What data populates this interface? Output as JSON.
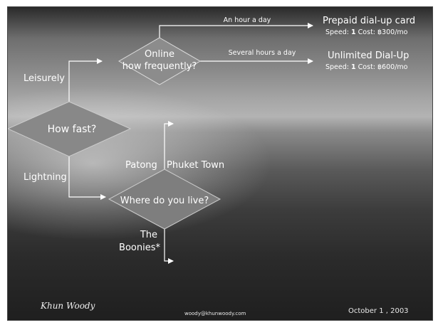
{
  "nodes": {
    "online": [
      "Online",
      "how frequently?"
    ],
    "how_fast": "How fast?",
    "where": "Where do you live?"
  },
  "edges": {
    "hour_a_day": "An hour a day",
    "several_hours": "Several hours a day",
    "leisurely": "Leisurely",
    "lightning": "Lightning",
    "patong": "Patong",
    "phuket_town": "Phuket Town",
    "boonies": [
      "The",
      "Boonies*"
    ]
  },
  "outcomes": {
    "prepaid": {
      "title": "Prepaid dial-up card",
      "speed_label": "Speed:",
      "speed_value": "1",
      "cost": "Cost: ฿300/mo"
    },
    "unlimited": {
      "title": "Unlimited Dial-Up",
      "speed_label": "Speed:",
      "speed_value": "1",
      "cost": "Cost: ฿600/mo"
    }
  },
  "footer": {
    "signature": "Khun Woody",
    "email": "woody@khunwoody.com",
    "date": "October 1 , 2003"
  },
  "colors": {
    "diamond": "#888888",
    "arrow": "#ffffff"
  }
}
